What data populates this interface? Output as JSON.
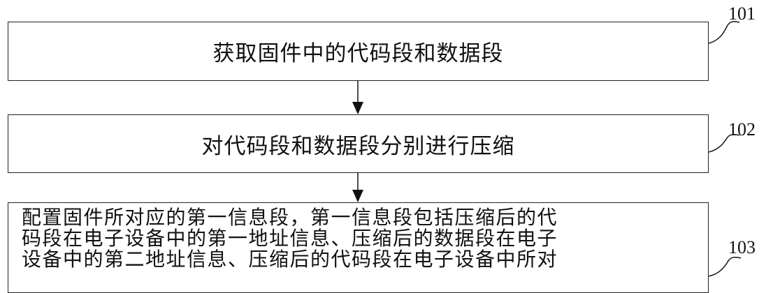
{
  "steps": [
    {
      "id": "101",
      "text": "获取固件中的代码段和数据段"
    },
    {
      "id": "102",
      "text": "对代码段和数据段分别进行压缩"
    },
    {
      "id": "103",
      "lines": [
        "配置固件所对应的第一信息段，第一信息段包括压缩后的代",
        "码段在电子设备中的第一地址信息、压缩后的数据段在电子",
        "设备中的第二地址信息、压缩后的代码段在电子设备中所对"
      ]
    }
  ]
}
